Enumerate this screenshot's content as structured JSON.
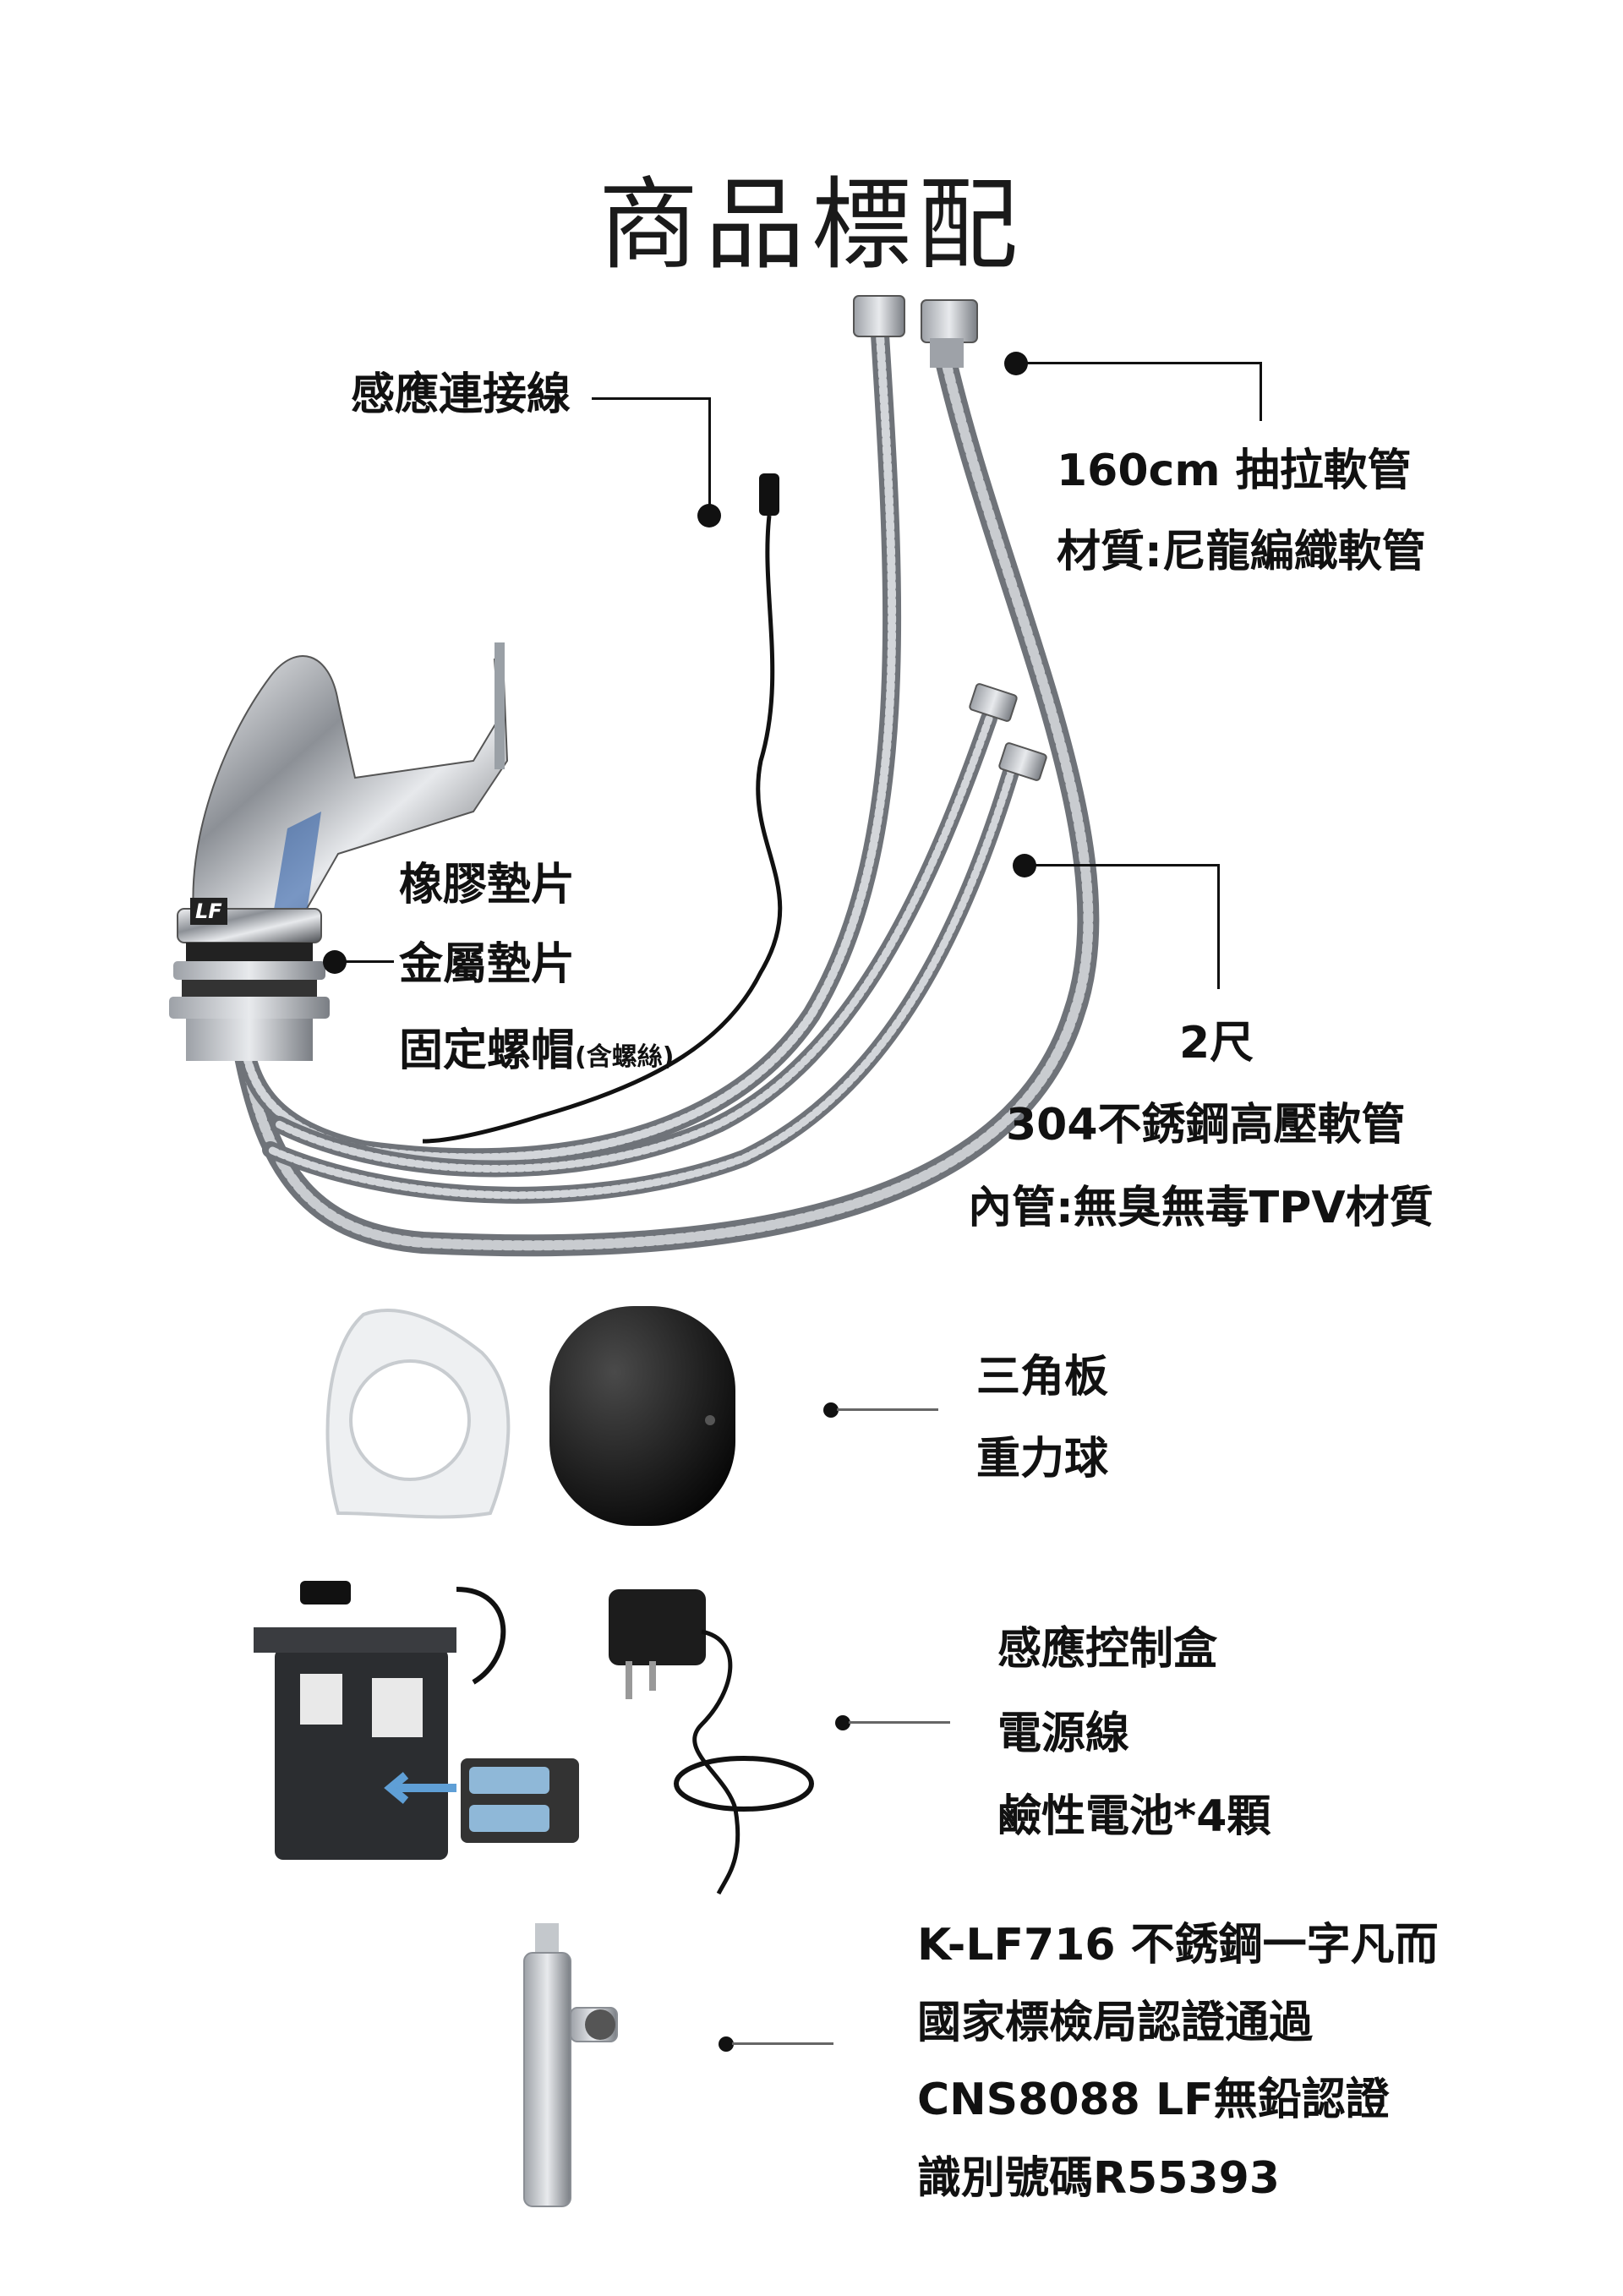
{
  "title": "商品標配",
  "callouts": {
    "sensor_cable": "感應連接線",
    "pull_hose_length": "160cm 抽拉軟管",
    "pull_hose_material": "材質:尼龍編織軟管",
    "rubber_gasket": "橡膠墊片",
    "metal_gasket": "金屬墊片",
    "fixing_nut": "固定螺帽",
    "fixing_nut_note": "(含螺絲)",
    "hose_length": "2尺",
    "hose_type": "304不銹鋼高壓軟管",
    "hose_inner": "內管:無臭無毒TPV材質",
    "triangle_plate": "三角板",
    "gravity_ball": "重力球",
    "control_box": "感應控制盒",
    "power_cord": "電源線",
    "batteries": "鹼性電池*4顆",
    "valve_model": "K-LF716 不銹鋼一字凡而",
    "valve_cert1": "國家標檢局認證通過",
    "valve_cert2": "CNS8088 LF無鉛認證",
    "valve_id": "識別號碼R55393"
  },
  "faucet_badge": "LF",
  "colors": {
    "text": "#111111",
    "chrome": "#b8bcc2",
    "black_part": "#1a1a1a",
    "battery_blue": "#8fb8d8",
    "arrow_blue": "#5f9fd6"
  }
}
